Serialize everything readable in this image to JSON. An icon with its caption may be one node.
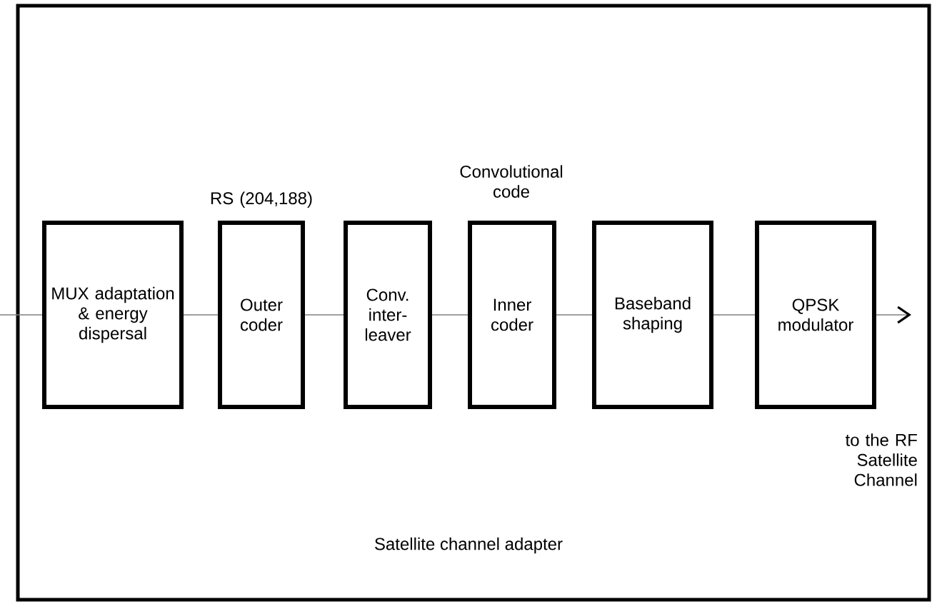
{
  "diagram": {
    "nodes": [
      {
        "text": [
          "Satellite channel adapter"
        ]
      },
      {
        "text": [
          "MUX adaptation & energy dispersal"
        ],
        "in": 0
      },
      {
        "text": [
          "Outer coder"
        ],
        "in": 0,
        "beside": [
          "RS (204,188)"
        ]
      },
      {
        "text": [
          "Conv. inter-leaver"
        ],
        "in": 0
      },
      {
        "text": [
          "Inner coder"
        ],
        "in": 0,
        "beside": [
          "Convolutional code"
        ]
      },
      {
        "text": [
          "Baseband shaping"
        ],
        "in": 0
      },
      {
        "text": [
          "QPSK modulator"
        ],
        "in": 0
      }
    ],
    "edges": [
      {
        "from": null,
        "to": 1,
        "arrow": "none"
      },
      {
        "from": 1,
        "to": 2,
        "arrow": "none"
      },
      {
        "from": 2,
        "to": 3,
        "arrow": "none"
      },
      {
        "from": 3,
        "to": 4,
        "arrow": "none"
      },
      {
        "from": 4,
        "to": 5,
        "arrow": "none"
      },
      {
        "from": 5,
        "to": 6,
        "arrow": "none"
      },
      {
        "from": 6,
        "to": null,
        "arrow": "to"
      }
    ],
    "labels": [
      "to the RF Satellite Channel"
    ]
  }
}
